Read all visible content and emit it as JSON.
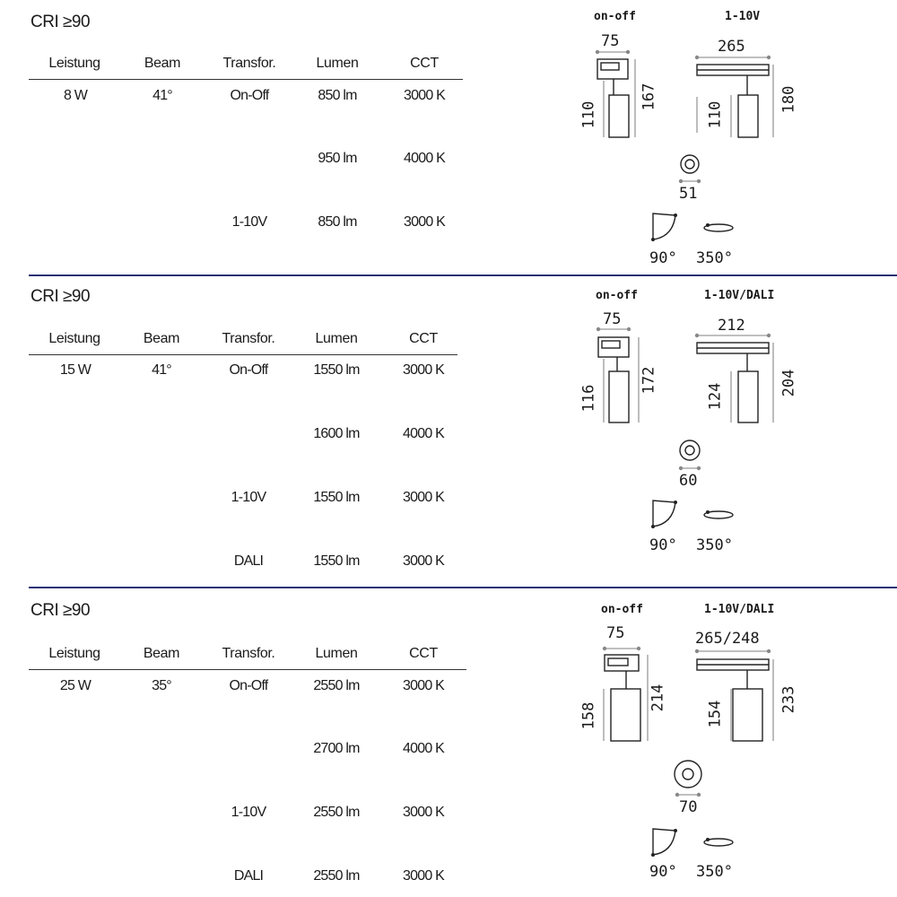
{
  "sections": [
    {
      "cri": "CRI ≥90",
      "headers": [
        "Leistung",
        "Beam",
        "Transfor.",
        "Lumen",
        "CCT"
      ],
      "rows": [
        {
          "power": "8 W",
          "beam": "41°",
          "trans": "On-Off",
          "lumen": "850 lm",
          "cct": "3000 K"
        },
        {
          "power": "",
          "beam": "",
          "trans": "",
          "lumen": "950 lm",
          "cct": "4000 K"
        },
        {
          "power": "",
          "beam": "",
          "trans": "1-10V",
          "lumen": "850 lm",
          "cct": "3000 K"
        }
      ],
      "drawing": {
        "label_left": "on-off",
        "label_right": "1-10V",
        "w_left": "75",
        "w_right": "265",
        "h_left_inner": "110",
        "h_left_outer": "167",
        "h_right_inner": "110",
        "h_right_outer": "180",
        "diameter": "51",
        "tilt": "90°",
        "rotation": "350°"
      }
    },
    {
      "cri": "CRI ≥90",
      "headers": [
        "Leistung",
        "Beam",
        "Transfor.",
        "Lumen",
        "CCT"
      ],
      "rows": [
        {
          "power": "15 W",
          "beam": "41°",
          "trans": "On-Off",
          "lumen": "1550 lm",
          "cct": "3000 K"
        },
        {
          "power": "",
          "beam": "",
          "trans": "",
          "lumen": "1600 lm",
          "cct": "4000 K"
        },
        {
          "power": "",
          "beam": "",
          "trans": "1-10V",
          "lumen": "1550 lm",
          "cct": "3000 K"
        },
        {
          "power": "",
          "beam": "",
          "trans": "DALI",
          "lumen": "1550 lm",
          "cct": "3000 K"
        }
      ],
      "drawing": {
        "label_left": "on-off",
        "label_right": "1-10V/DALI",
        "w_left": "75",
        "w_right": "212",
        "h_left_inner": "116",
        "h_left_outer": "172",
        "h_right_inner": "124",
        "h_right_outer": "204",
        "diameter": "60",
        "tilt": "90°",
        "rotation": "350°"
      }
    },
    {
      "cri": "CRI ≥90",
      "headers": [
        "Leistung",
        "Beam",
        "Transfor.",
        "Lumen",
        "CCT"
      ],
      "rows": [
        {
          "power": "25 W",
          "beam": "35°",
          "trans": "On-Off",
          "lumen": "2550 lm",
          "cct": "3000 K"
        },
        {
          "power": "",
          "beam": "",
          "trans": "",
          "lumen": "2700 lm",
          "cct": "4000 K"
        },
        {
          "power": "",
          "beam": "",
          "trans": "1-10V",
          "lumen": "2550 lm",
          "cct": "3000 K"
        },
        {
          "power": "",
          "beam": "",
          "trans": "DALI",
          "lumen": "2550 lm",
          "cct": "3000 K"
        }
      ],
      "drawing": {
        "label_left": "on-off",
        "label_right": "1-10V/DALI",
        "w_left": "75",
        "w_right": "265/248",
        "h_left_inner": "158",
        "h_left_outer": "214",
        "h_right_inner": "154",
        "h_right_outer": "233",
        "diameter": "70",
        "tilt": "90°",
        "rotation": "350°"
      }
    }
  ]
}
